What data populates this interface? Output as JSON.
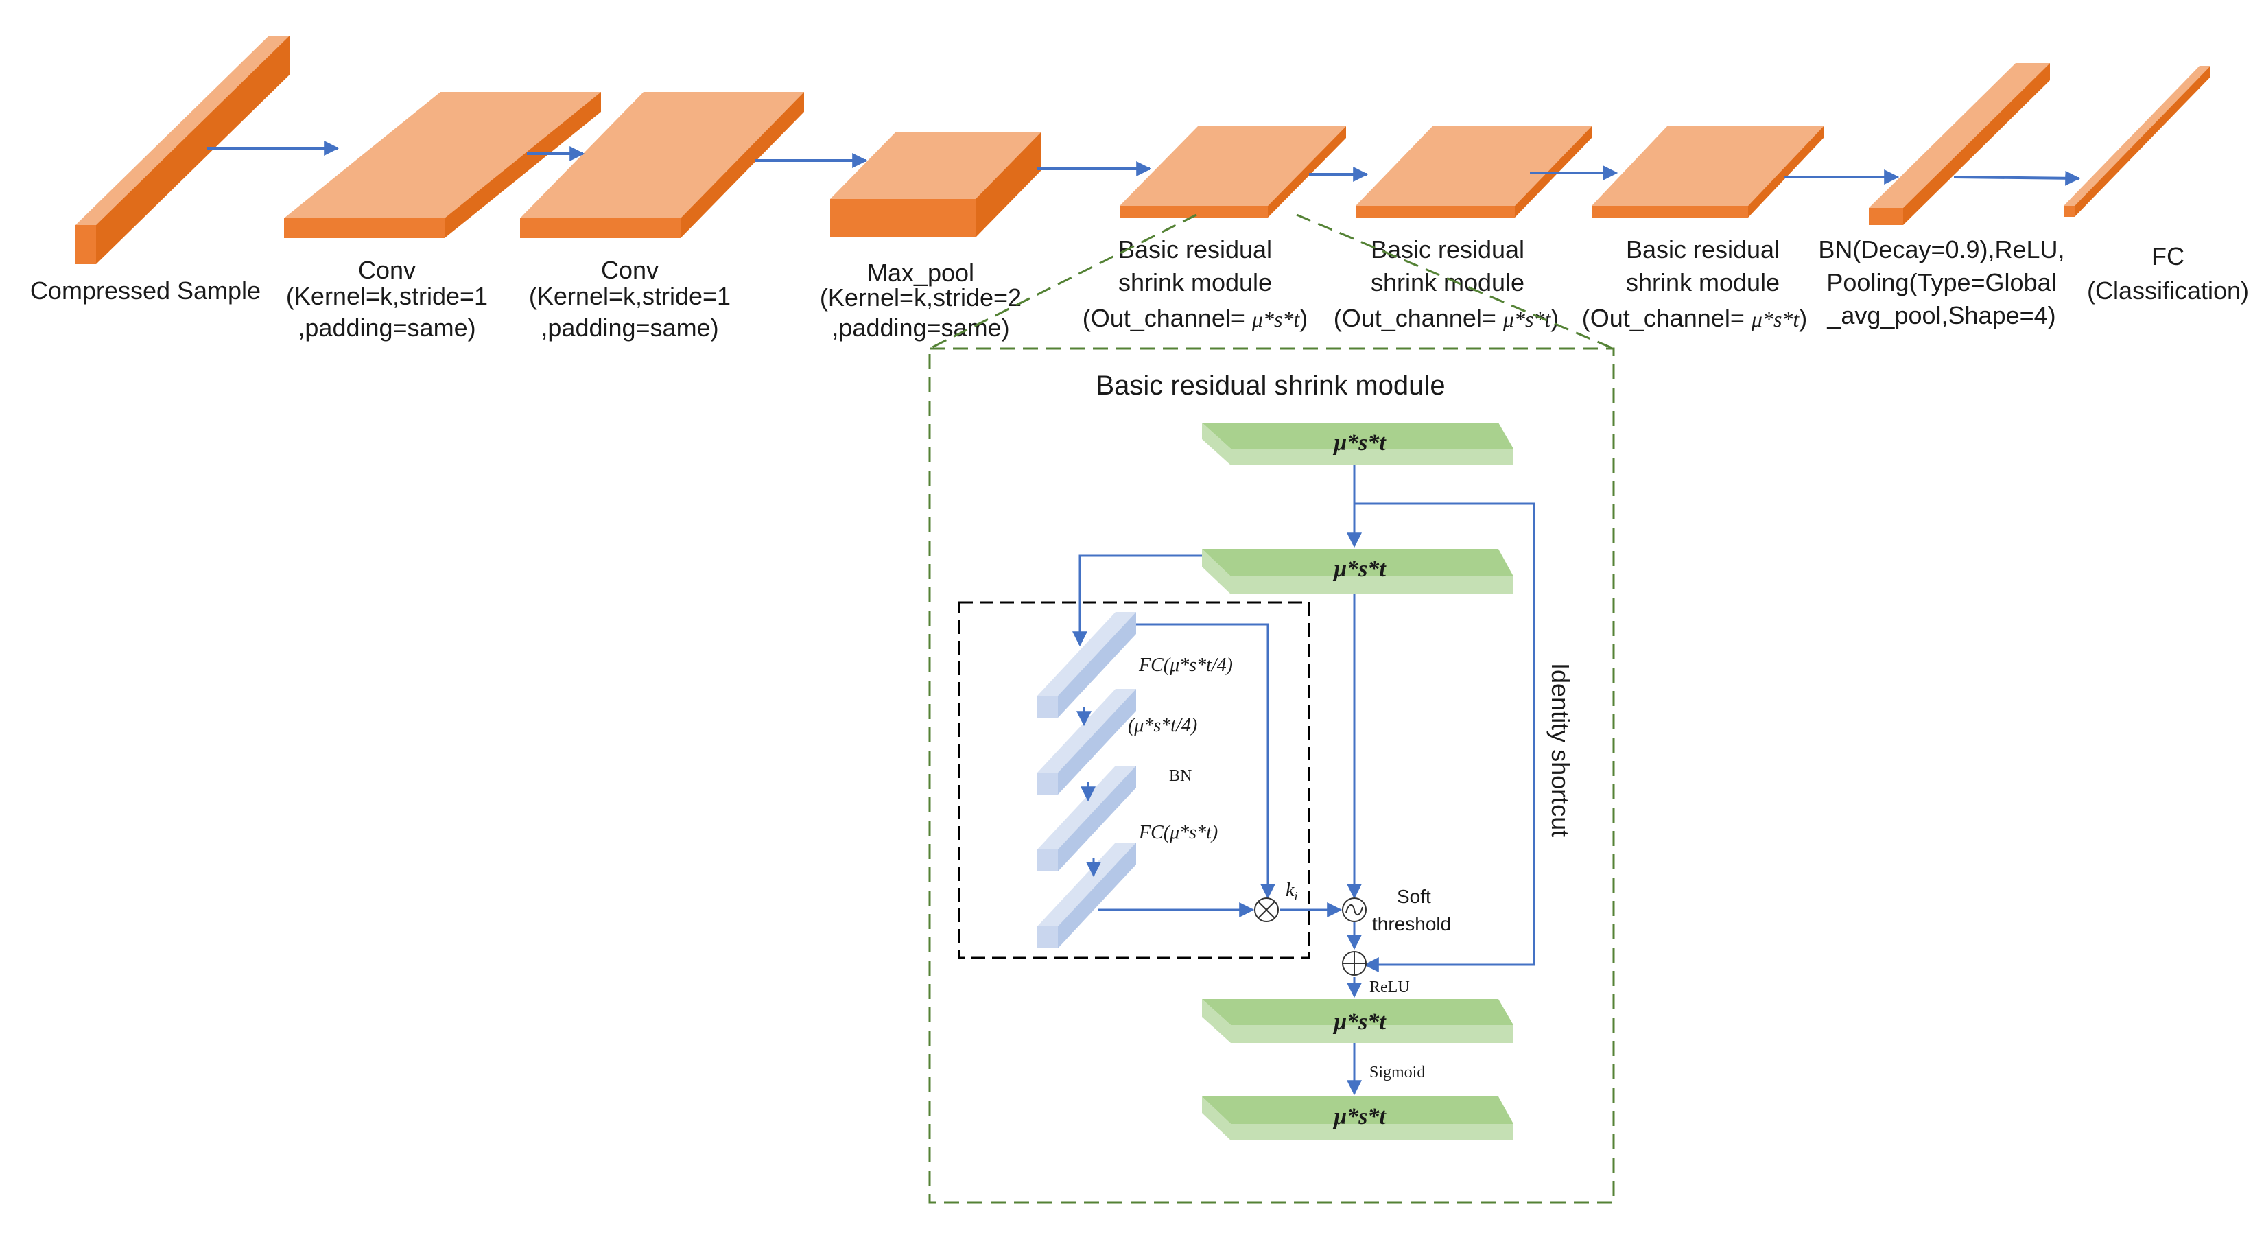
{
  "pipeline": {
    "input": {
      "label": "Compressed Sample"
    },
    "conv1": {
      "title": "Conv",
      "params1": "(Kernel=k,stride=1",
      "params2": ",padding=same)"
    },
    "conv2": {
      "title": "Conv",
      "params1": "(Kernel=k,stride=1",
      "params2": ",padding=same)"
    },
    "maxpool": {
      "title": "Max_pool",
      "params1": "(Kernel=k,stride=2",
      "params2": ",padding=same)"
    },
    "res1": {
      "line1": "Basic residual",
      "line2": "shrink module",
      "prefix": "(Out_channel= ",
      "formula": "μ*s*t",
      "suffix": ")"
    },
    "res2": {
      "line1": "Basic residual",
      "line2": "shrink module",
      "prefix": "(Out_channel= ",
      "formula": "μ*s*t",
      "suffix": ")"
    },
    "res3": {
      "line1": "Basic residual",
      "line2": "shrink module",
      "prefix": "(Out_channel= ",
      "formula": "μ*s*t",
      "suffix": ")"
    },
    "bn": {
      "line1": "BN(Decay=0.9),ReLU,",
      "line2": "Pooling(Type=Global",
      "line3": "_avg_pool,Shape=4)"
    },
    "fc": {
      "line1": "FC",
      "line2": "(Classification)"
    }
  },
  "module": {
    "title": "Basic residual shrink module",
    "layer_label": "μ*s*t",
    "fc1_label": "FC(μ*s*t/4)",
    "mid_label": "(μ*s*t/4)",
    "bn_label": "BN",
    "fc2_label": "FC(μ*s*t)",
    "ki_label": "k",
    "ki_sub": "i",
    "soft1": "Soft",
    "soft2": "threshold",
    "shortcut": "Identity shortcut",
    "relu": "ReLU",
    "sigmoid": "Sigmoid"
  },
  "colors": {
    "orange_top": "#f4b183",
    "orange_side": "#e06c1a",
    "orange_front": "#ed7d31",
    "green_top": "#a9d18e",
    "green_front": "#c5e0b4",
    "blue_block": "#b4c7e7",
    "arrow": "#4472c4",
    "dash_green": "#548235",
    "dash_black": "#000000"
  }
}
